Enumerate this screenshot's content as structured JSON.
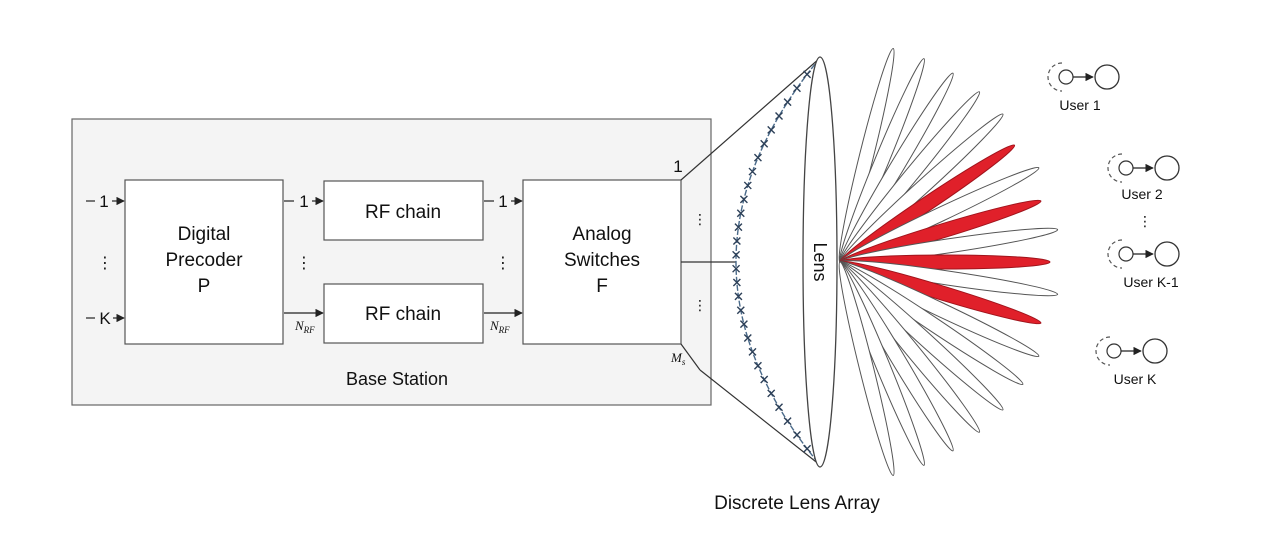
{
  "diagram": {
    "base_station_label": "Base Station",
    "precoder": {
      "line1": "Digital",
      "line2": "Precoder",
      "line3": "P"
    },
    "rf_chain_top": "RF chain",
    "rf_chain_bottom": "RF chain",
    "switches": {
      "line1": "Analog",
      "line2": "Switches",
      "line3": "F"
    },
    "input_first": "1",
    "input_last": "K",
    "rf_in_first": "1",
    "rf_out_first": "1",
    "n_rf_main": "N",
    "n_rf_sub": "RF",
    "switch_out_first": "1",
    "m_s_main": "M",
    "m_s_sub": "s",
    "lens_label": "Lens",
    "array_label": "Discrete Lens Array",
    "users": [
      "User 1",
      "User 2",
      "User K-1",
      "User K"
    ],
    "colors": {
      "highlighted_beam": "#e0202a",
      "beam_outline": "#555555",
      "box_stroke": "#555555",
      "base_station_fill": "#f4f4f4",
      "array_curve": "#4a6a8a"
    }
  }
}
